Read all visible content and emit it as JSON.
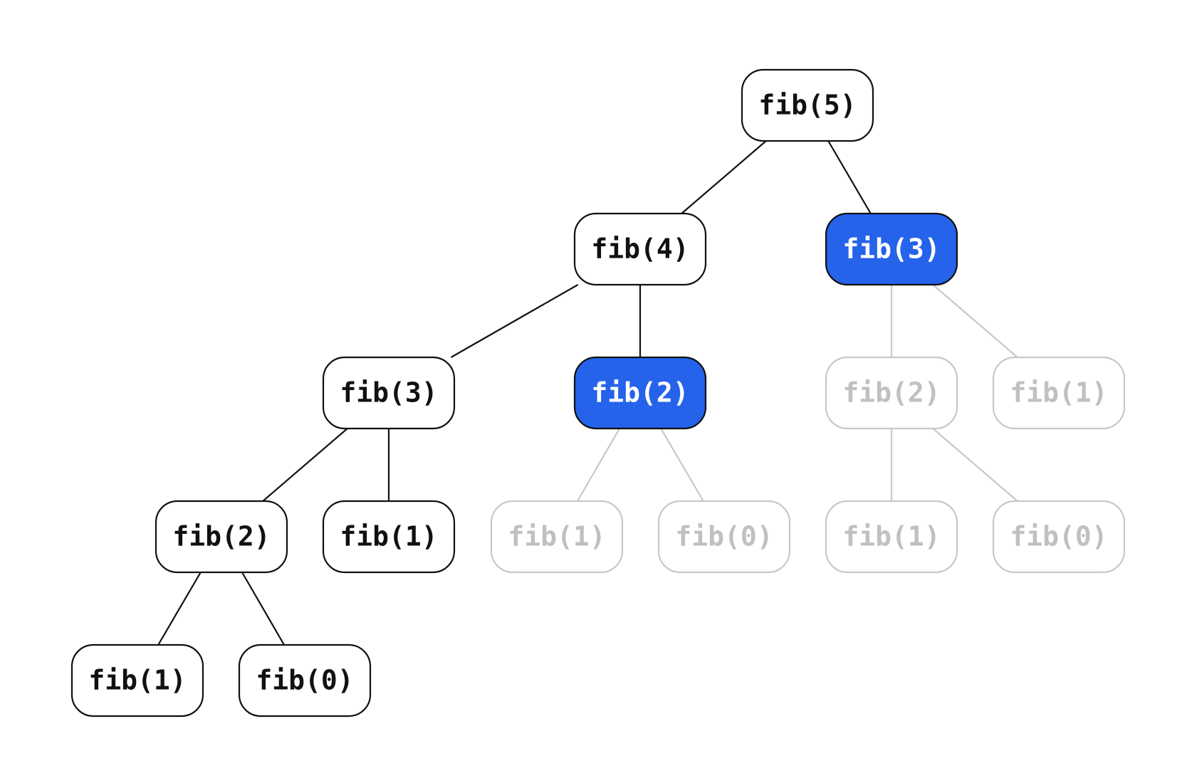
{
  "diagram": {
    "colors": {
      "active_stroke": "#111111",
      "active_text": "#111111",
      "faded_stroke": "#c8c8c8",
      "faded_text": "#c0c0c0",
      "highlight_fill": "#2563eb",
      "highlight_text": "#ffffff",
      "node_fill": "#ffffff"
    },
    "nodes": [
      {
        "id": "n5",
        "label": "fib(5)",
        "state": "active"
      },
      {
        "id": "n4",
        "label": "fib(4)",
        "state": "active"
      },
      {
        "id": "n3r",
        "label": "fib(3)",
        "state": "highlighted"
      },
      {
        "id": "n3l",
        "label": "fib(3)",
        "state": "active"
      },
      {
        "id": "n2m",
        "label": "fib(2)",
        "state": "highlighted"
      },
      {
        "id": "n2rr",
        "label": "fib(2)",
        "state": "faded"
      },
      {
        "id": "n1rr",
        "label": "fib(1)",
        "state": "faded"
      },
      {
        "id": "n2ll",
        "label": "fib(2)",
        "state": "active"
      },
      {
        "id": "n1l",
        "label": "fib(1)",
        "state": "active"
      },
      {
        "id": "n1m",
        "label": "fib(1)",
        "state": "faded"
      },
      {
        "id": "n0m",
        "label": "fib(0)",
        "state": "faded"
      },
      {
        "id": "n1rrr",
        "label": "fib(1)",
        "state": "faded"
      },
      {
        "id": "n0rrr",
        "label": "fib(0)",
        "state": "faded"
      },
      {
        "id": "n1lll",
        "label": "fib(1)",
        "state": "active"
      },
      {
        "id": "n0lll",
        "label": "fib(0)",
        "state": "active"
      }
    ],
    "edges": [
      {
        "from": "n5",
        "to": "n4",
        "state": "active"
      },
      {
        "from": "n5",
        "to": "n3r",
        "state": "active"
      },
      {
        "from": "n4",
        "to": "n3l",
        "state": "active"
      },
      {
        "from": "n4",
        "to": "n2m",
        "state": "active"
      },
      {
        "from": "n3l",
        "to": "n2ll",
        "state": "active"
      },
      {
        "from": "n3l",
        "to": "n1l",
        "state": "active"
      },
      {
        "from": "n2ll",
        "to": "n1lll",
        "state": "active"
      },
      {
        "from": "n2ll",
        "to": "n0lll",
        "state": "active"
      },
      {
        "from": "n2m",
        "to": "n1m",
        "state": "faded"
      },
      {
        "from": "n2m",
        "to": "n0m",
        "state": "faded"
      },
      {
        "from": "n3r",
        "to": "n2rr",
        "state": "faded"
      },
      {
        "from": "n3r",
        "to": "n1rr",
        "state": "faded"
      },
      {
        "from": "n2rr",
        "to": "n1rrr",
        "state": "faded"
      },
      {
        "from": "n2rr",
        "to": "n0rrr",
        "state": "faded"
      }
    ]
  }
}
